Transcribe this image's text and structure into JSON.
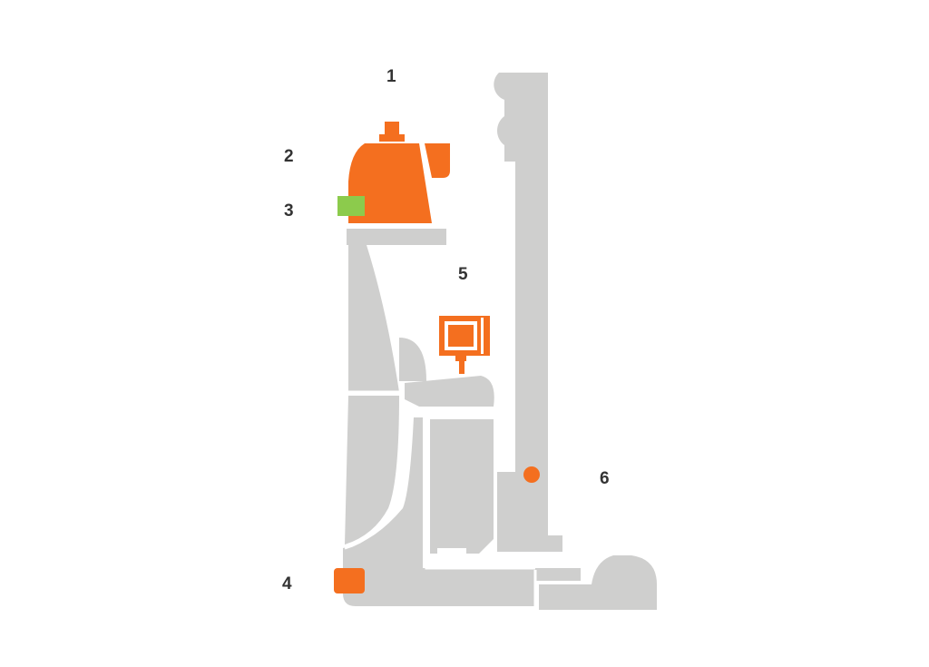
{
  "diagram": {
    "callouts": [
      {
        "id": "c1",
        "label": "1"
      },
      {
        "id": "c2",
        "label": "2"
      },
      {
        "id": "c3",
        "label": "3"
      },
      {
        "id": "c4",
        "label": "4"
      },
      {
        "id": "c5",
        "label": "5"
      },
      {
        "id": "c6",
        "label": "6"
      }
    ],
    "colors": {
      "body": "#cfcfce",
      "highlight": "#f46f1f",
      "accent_green": "#8ccb4c",
      "outline": "#ffffff",
      "label": "#333333"
    }
  }
}
